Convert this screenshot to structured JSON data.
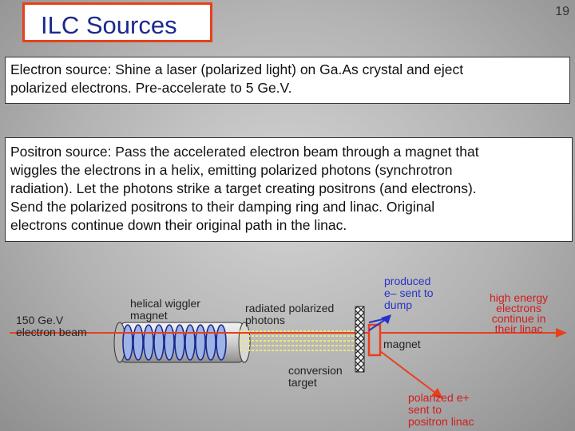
{
  "slide": {
    "title": "ILC Sources",
    "page_number": "19"
  },
  "electron_text": [
    "Electron source:  Shine a laser (polarized light) on Ga.As crystal and eject",
    "polarized electrons.  Pre-accelerate to 5 Ge.V."
  ],
  "positron_text": [
    "Positron source:  Pass the accelerated electron beam through a magnet that",
    "wiggles the electrons in a helix, emitting polarized photons (synchrotron",
    "radiation).  Let the photons strike a target creating positrons (and electrons).",
    "Send the polarized positrons to their damping ring and linac.  Original",
    "electrons continue down their original path in the linac."
  ],
  "diagram": {
    "beam_label": [
      "150 Ge.V",
      "electron beam"
    ],
    "wiggler_label": [
      "helical wiggler",
      "magnet"
    ],
    "photons_label": [
      "radiated polarized",
      "photons"
    ],
    "target_label": [
      "conversion",
      "target"
    ],
    "produced_label": [
      "produced",
      "e‒ sent to",
      "dump"
    ],
    "magnet_label": "magnet",
    "positron_label": [
      "polarized e+",
      "sent to",
      "positron linac"
    ],
    "high_energy_label": [
      "high energy",
      "electrons",
      "continue in",
      "their linac"
    ],
    "colors": {
      "beam": "#e8401c",
      "text_blue": "#2a33c8",
      "text_red": "#d21d1d",
      "wiggler": "#9fb3e6",
      "photons": "#f2e67a"
    }
  }
}
